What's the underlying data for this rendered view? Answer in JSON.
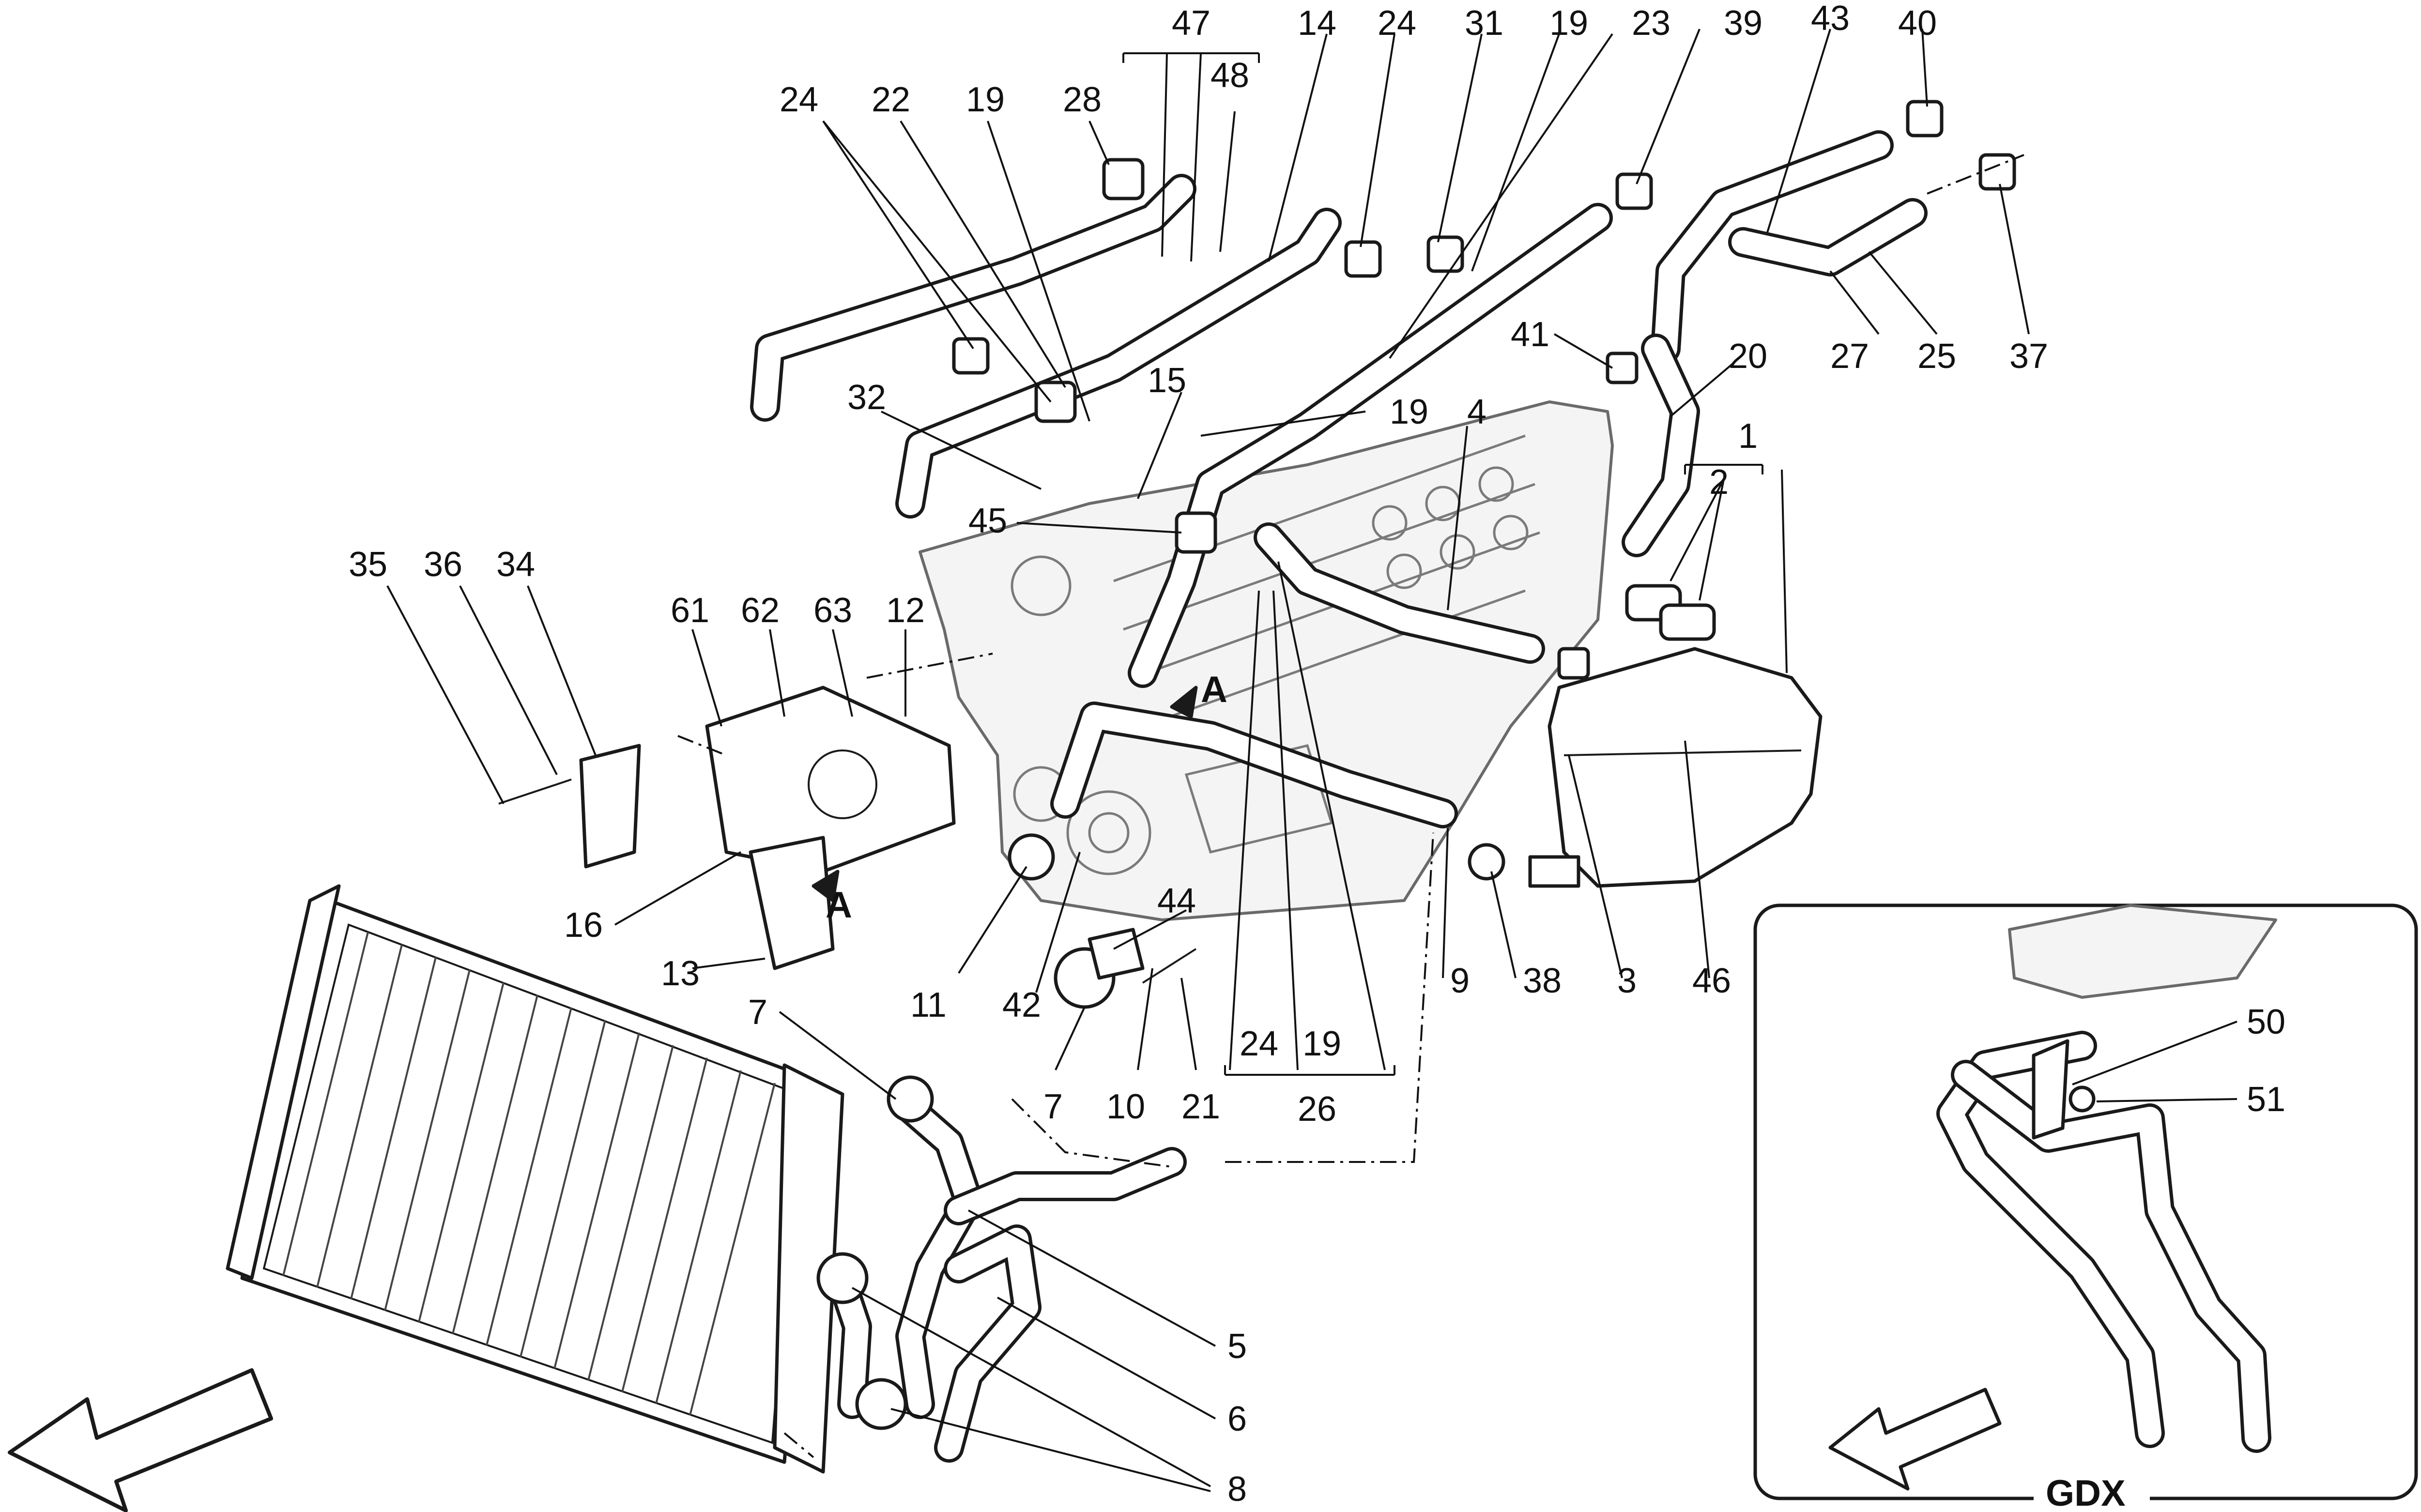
{
  "callouts": [
    {
      "id": "c47",
      "text": "47"
    },
    {
      "id": "c14",
      "text": "14"
    },
    {
      "id": "c24a",
      "text": "24"
    },
    {
      "id": "c31",
      "text": "31"
    },
    {
      "id": "c19a",
      "text": "19"
    },
    {
      "id": "c23",
      "text": "23"
    },
    {
      "id": "c39",
      "text": "39"
    },
    {
      "id": "c43",
      "text": "43"
    },
    {
      "id": "c40",
      "text": "40"
    },
    {
      "id": "c24b",
      "text": "24"
    },
    {
      "id": "c22",
      "text": "22"
    },
    {
      "id": "c19b",
      "text": "19"
    },
    {
      "id": "c28",
      "text": "28"
    },
    {
      "id": "c48",
      "text": "48"
    },
    {
      "id": "c27",
      "text": "27"
    },
    {
      "id": "c25",
      "text": "25"
    },
    {
      "id": "c37",
      "text": "37"
    },
    {
      "id": "c41",
      "text": "41"
    },
    {
      "id": "c20",
      "text": "20"
    },
    {
      "id": "c32",
      "text": "32"
    },
    {
      "id": "c15",
      "text": "15"
    },
    {
      "id": "c19c",
      "text": "19"
    },
    {
      "id": "c4",
      "text": "4"
    },
    {
      "id": "c1",
      "text": "1"
    },
    {
      "id": "c2",
      "text": "2"
    },
    {
      "id": "c45",
      "text": "45"
    },
    {
      "id": "c35",
      "text": "35"
    },
    {
      "id": "c36",
      "text": "36"
    },
    {
      "id": "c34",
      "text": "34"
    },
    {
      "id": "c61",
      "text": "61"
    },
    {
      "id": "c62",
      "text": "62"
    },
    {
      "id": "c63",
      "text": "63"
    },
    {
      "id": "c12",
      "text": "12"
    },
    {
      "id": "c16",
      "text": "16"
    },
    {
      "id": "c13",
      "text": "13"
    },
    {
      "id": "c44",
      "text": "44"
    },
    {
      "id": "c11",
      "text": "11"
    },
    {
      "id": "c42",
      "text": "42"
    },
    {
      "id": "c9",
      "text": "9"
    },
    {
      "id": "c38",
      "text": "38"
    },
    {
      "id": "c3",
      "text": "3"
    },
    {
      "id": "c46",
      "text": "46"
    },
    {
      "id": "c7a",
      "text": "7"
    },
    {
      "id": "c7b",
      "text": "7"
    },
    {
      "id": "c10",
      "text": "10"
    },
    {
      "id": "c21",
      "text": "21"
    },
    {
      "id": "c24c",
      "text": "24"
    },
    {
      "id": "c19d",
      "text": "19"
    },
    {
      "id": "c26",
      "text": "26"
    },
    {
      "id": "c5",
      "text": "5"
    },
    {
      "id": "c6",
      "text": "6"
    },
    {
      "id": "c8",
      "text": "8"
    },
    {
      "id": "c50",
      "text": "50"
    },
    {
      "id": "c51",
      "text": "51"
    }
  ],
  "markers": {
    "view_a_top": "A",
    "view_a_bottom": "A"
  },
  "inset": {
    "label": "GDX"
  },
  "colors": {
    "ink": "#1a1a1a",
    "engine_fill": "#f4f4f4",
    "highlight": "#e07070"
  }
}
